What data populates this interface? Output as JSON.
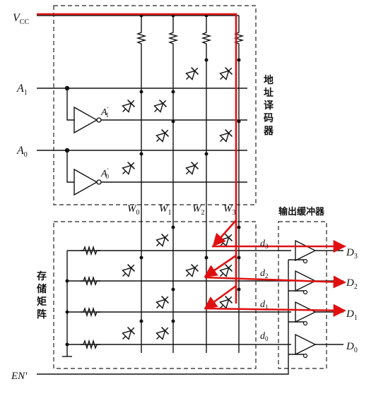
{
  "labels": {
    "vcc_main": "V",
    "vcc_sub": "CC",
    "a1_main": "A",
    "a1_sub": "1",
    "a0_main": "A",
    "a0_sub": "0",
    "a1p_main": "A",
    "a1p_sub": "1",
    "a0p_main": "A",
    "a0p_sub": "0",
    "prime": "′",
    "w0_main": "W",
    "w0_sub": "0",
    "w1_main": "W",
    "w1_sub": "1",
    "w2_main": "W",
    "w2_sub": "2",
    "w3_main": "W",
    "w3_sub": "3",
    "d3_main": "d",
    "d3_sub": "3",
    "d2_main": "d",
    "d2_sub": "2",
    "d1_main": "d",
    "d1_sub": "1",
    "d0_main": "d",
    "d0_sub": "0",
    "D3_main": "D",
    "D3_sub": "3",
    "D2_main": "D",
    "D2_sub": "2",
    "D1_main": "D",
    "D1_sub": "1",
    "D0_main": "D",
    "D0_sub": "0",
    "en": "EN′",
    "decoder_chars": [
      "地",
      "址",
      "译",
      "码",
      "器"
    ],
    "memory_chars": [
      "存",
      "储",
      "矩",
      "阵"
    ],
    "output_buffer": "输出缓冲器"
  },
  "colors": {
    "wire": "#111111",
    "highlight": "#e01010",
    "box": "#222222"
  }
}
